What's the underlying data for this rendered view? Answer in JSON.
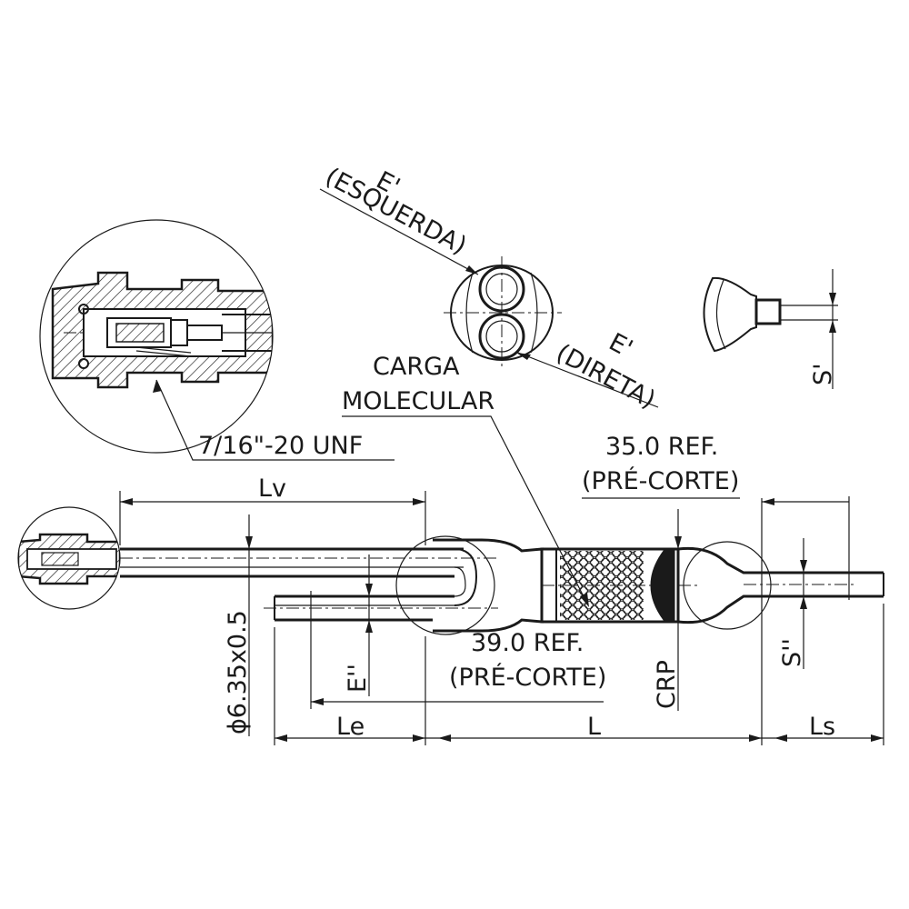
{
  "labels": {
    "e_prime": "E'",
    "esquerda": "(ESQUERDA)",
    "direta": "(DIRETA)",
    "carga_line1": "CARGA",
    "carga_line2": "MOLECULAR",
    "thread": "7/16\"-20 UNF",
    "ref35_line1": "35.0 REF.",
    "ref35_line2": "(PRÉ-CORTE)",
    "ref39_line1": "39.0 REF.",
    "ref39_line2": "(PRÉ-CORTE)",
    "lv": "Lv",
    "le": "Le",
    "l": "L",
    "ls": "Ls",
    "e_double": "E''",
    "s_prime": "S'",
    "s_double": "S''",
    "crp": "CRP",
    "diameter": "ϕ6.35x0.5"
  },
  "colors": {
    "line": "#1a1a1a",
    "background": "#ffffff"
  }
}
